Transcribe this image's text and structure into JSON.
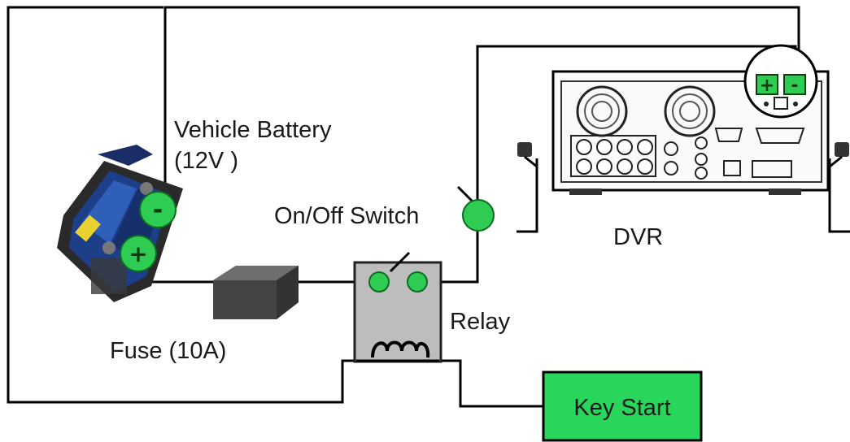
{
  "diagram": {
    "labels": {
      "battery_line1": "Vehicle Battery",
      "battery_line2": "(12V )",
      "switch": "On/Off Switch",
      "dvr": "DVR",
      "relay": "Relay",
      "fuse": "Fuse (10A)",
      "key_start": "Key Start"
    },
    "terminals": {
      "battery_negative": "-",
      "battery_positive": "+",
      "dvr_positive": "+",
      "dvr_negative": "-"
    },
    "colors": {
      "terminal_green": "#2ecc52",
      "key_start_fill": "#27d65a",
      "relay_fill": "#bdbdbd",
      "fuse_fill": "#555555",
      "battery_blue": "#1d3f8a",
      "wire": "#000000"
    }
  }
}
